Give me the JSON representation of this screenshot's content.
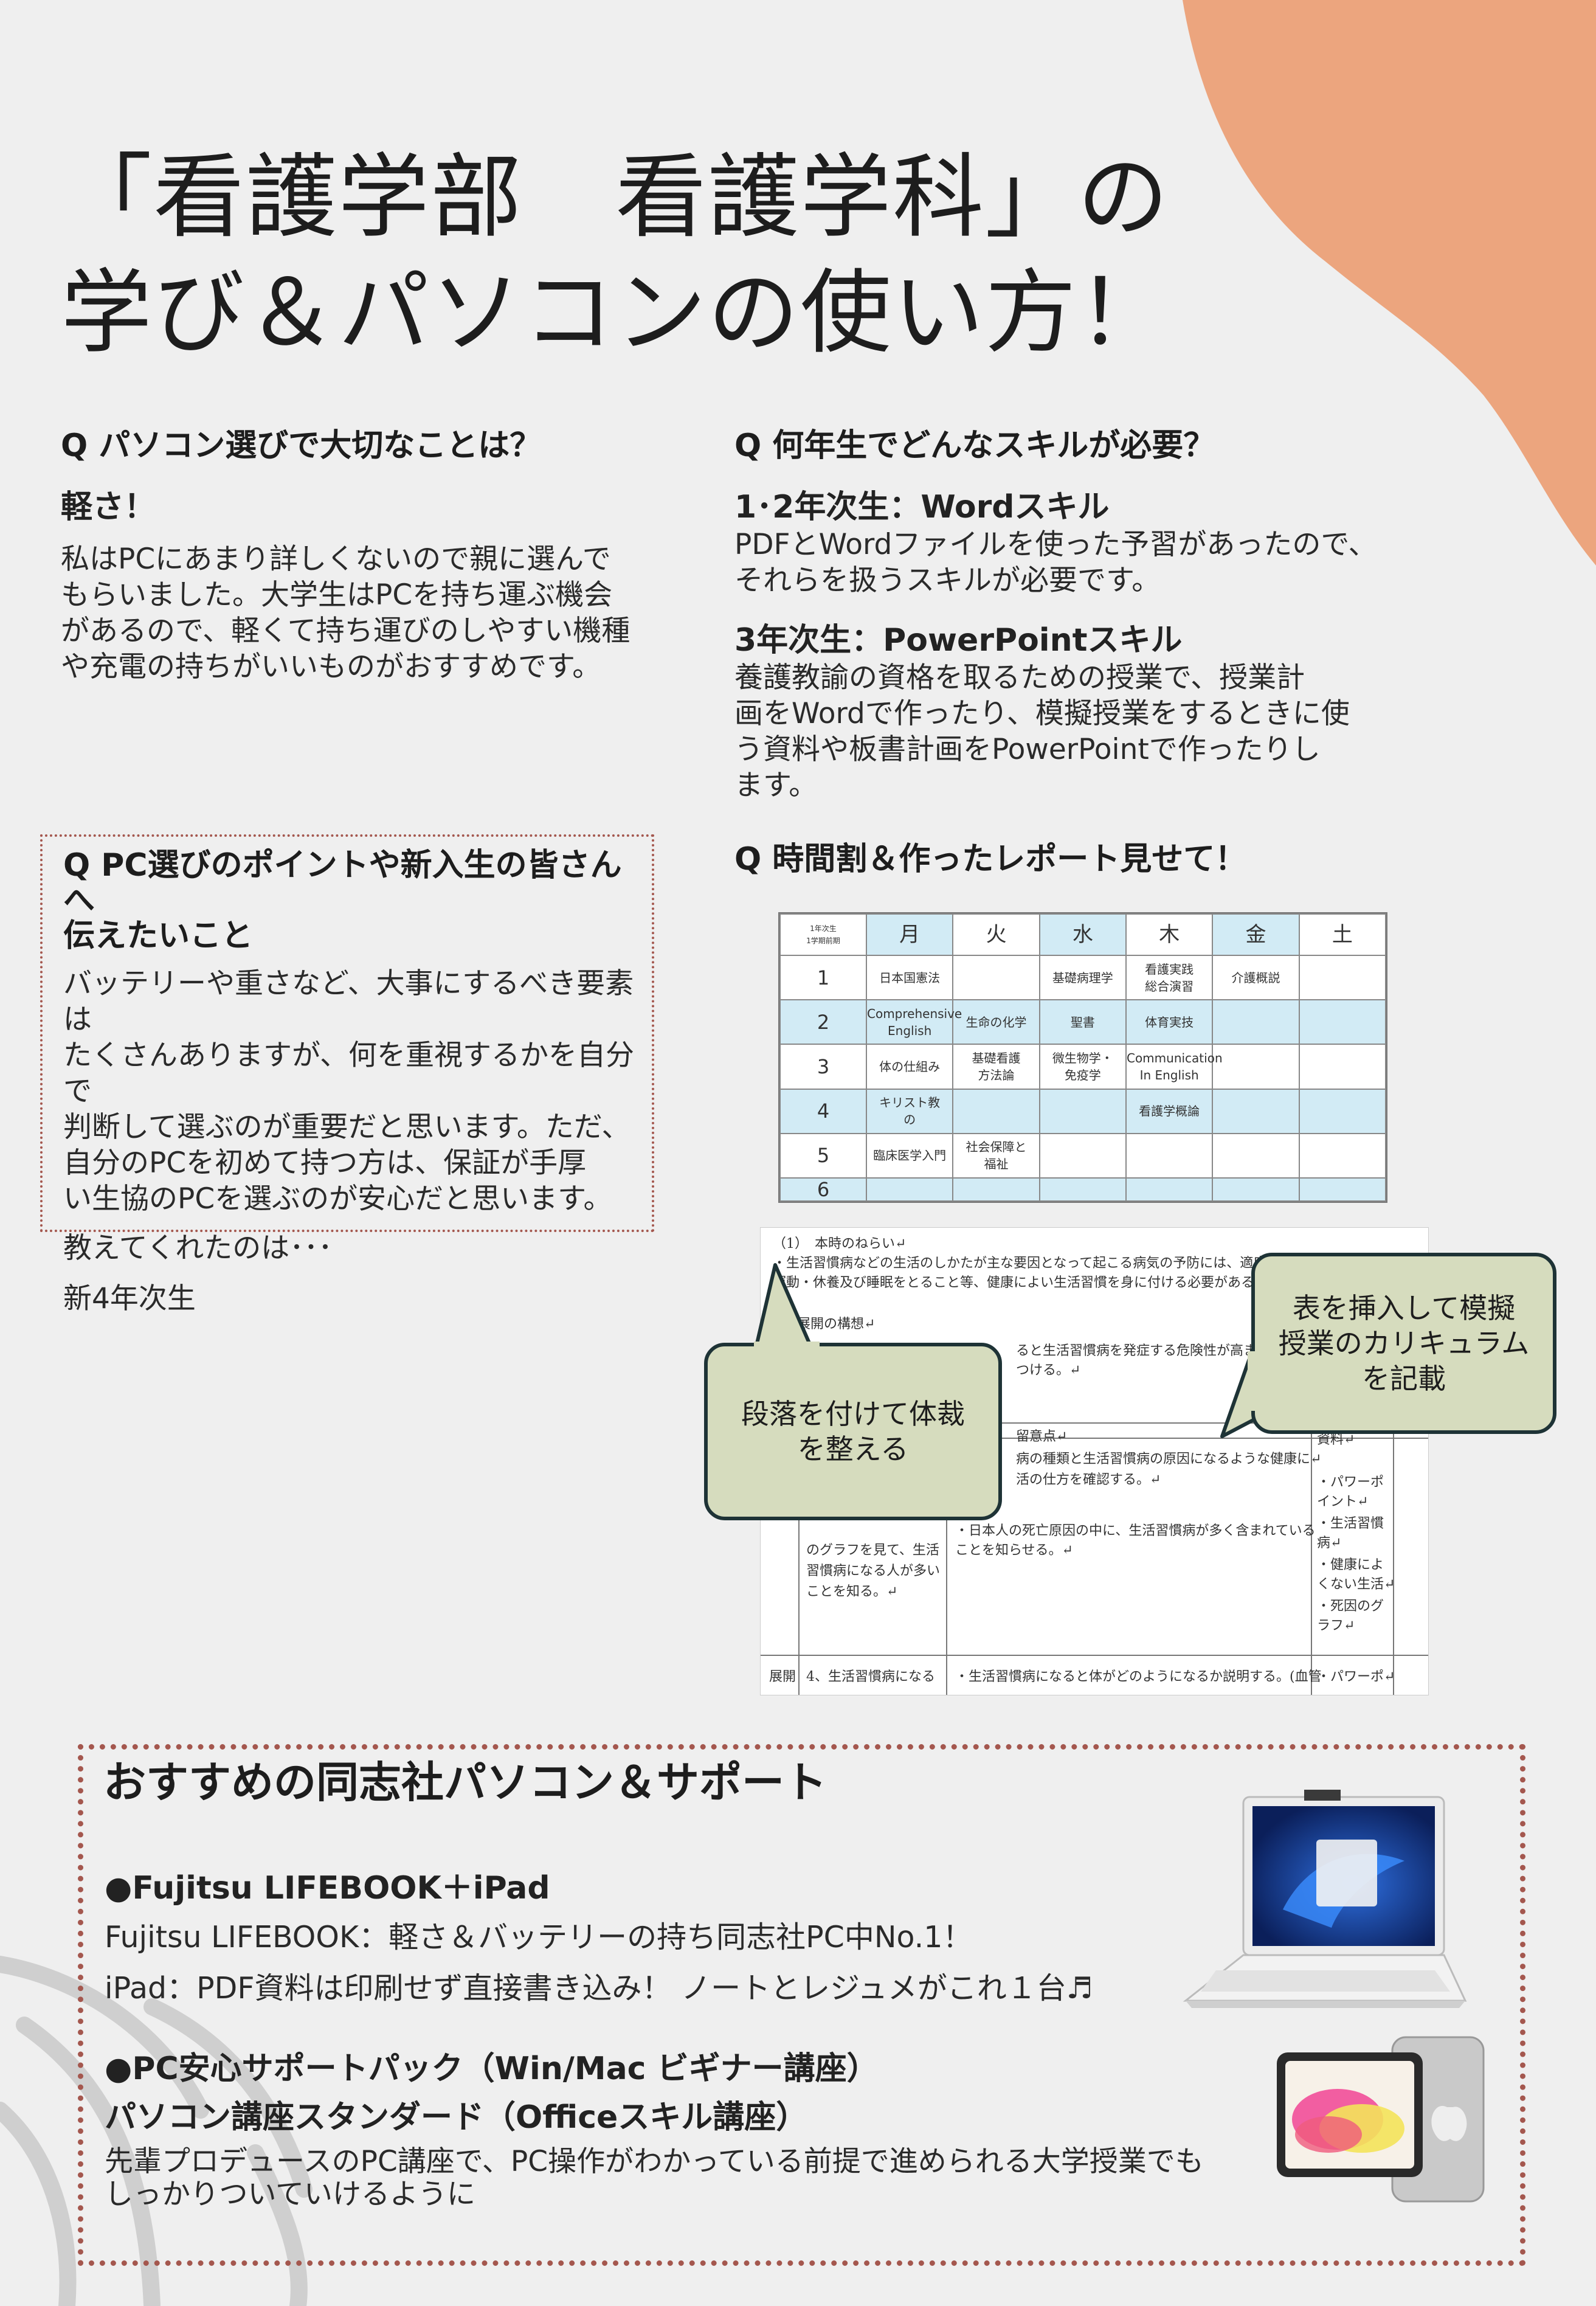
{
  "title": {
    "line1": "「看護学部　看護学科」の",
    "line2": "学び＆パソコンの使い方！"
  },
  "q1": {
    "question": "Q パソコン選びで大切なことは？",
    "answer": "軽さ！",
    "body": [
      "私はPCにあまり詳しくないので親に選んで",
      "もらいました。大学生はPCを持ち運ぶ機会",
      "があるので、軽くて持ち運びのしやすい機種",
      "や充電の持ちがいいものがおすすめです。"
    ]
  },
  "q2": {
    "question": "Q 何年生でどんなスキルが必要？",
    "skill1_title": "1･2年次生：Wordスキル",
    "skill1_body": [
      "PDFとWordファイルを使った予習があったので、",
      "それらを扱うスキルが必要です。"
    ],
    "skill2_title": "3年次生：PowerPointスキル",
    "skill2_body": [
      "養護教諭の資格を取るための授業で、授業計",
      "画をWordで作ったり、模擬授業をするときに使",
      "う資料や板書計画をPowerPointで作ったりし",
      "ます。"
    ]
  },
  "q3": {
    "question_line1": "Q PC選びのポイントや新入生の皆さんへ",
    "question_line2": "伝えたいこと",
    "body": [
      "バッテリーや重さなど、大事にするべき要素は",
      "たくさんありますが、何を重視するかを自分で",
      "判断して選ぶのが重要だと思います。ただ、",
      "自分のPCを初めて持つ方は、保証が手厚",
      "い生協のPCを選ぶのが安心だと思います。"
    ],
    "taught_by": "教えてくれたのは･･･",
    "person": "新4年次生"
  },
  "q4": {
    "question": "Q 時間割＆作ったレポート見せて！"
  },
  "timetable": {
    "corner": [
      "1年次生",
      "1学期前期"
    ],
    "days": [
      "月",
      "火",
      "水",
      "木",
      "金",
      "土"
    ],
    "rows": [
      {
        "period": "1",
        "cells": [
          "日本国憲法",
          "",
          "基礎病理学",
          "看護実践\n総合演習",
          "介護概説",
          ""
        ]
      },
      {
        "period": "2",
        "cells": [
          "Comprehensive\nEnglish",
          "生命の化学",
          "聖書",
          "体育実技",
          "",
          ""
        ]
      },
      {
        "period": "3",
        "cells": [
          "体の仕組み",
          "基礎看護\n方法論",
          "微生物学・\n免疫学",
          "Communication\nIn English",
          "",
          ""
        ]
      },
      {
        "period": "4",
        "cells": [
          "キリスト教\nの",
          "",
          "",
          "看護学概論",
          "",
          ""
        ]
      },
      {
        "period": "5",
        "cells": [
          "臨床医学入門",
          "社会保障と\n福祉",
          "",
          "",
          "",
          ""
        ]
      },
      {
        "period": "6",
        "cells": [
          "",
          "",
          "",
          "",
          "",
          ""
        ]
      }
    ]
  },
  "report": {
    "lines": [
      "（1）　本時のねらい↵",
      "・生活習慣病などの生活のしかたが主な要因となって起こる病気の予防には、適度な運動",
      "運動・休養及び睡眠をとること等、健康によい生活習慣を身に付ける必要があること",
      "展開の構想↵",
      "ると生活習慣病を発症する危険性が高まる",
      "つける。↵",
      "留意点↵",
      "病の種類と生活習慣病の原因になるような健康に↵",
      "活の仕方を確認する。↵",
      "・日本人の死亡原因の中に、生活習慣病が多く含まれている",
      "ことを知らせる。↵",
      "のグラフを見て、生活",
      "習慣病になる人が多い",
      "ことを知る。↵",
      "資料↵",
      "・パワーポ",
      "イント↵",
      "・生活習慣",
      "病↵",
      "・健康によ",
      "くない生活↵",
      "・死因のグ",
      "ラフ↵",
      "展開",
      "4、生活習慣病になる",
      "・生活習慣病になると体がどのようになるか説明する。(血管",
      "・パワーポ↵"
    ]
  },
  "bubble_left": [
    "段落を付けて体裁",
    "を整える"
  ],
  "bubble_right": [
    "表を挿入して模擬",
    "授業のカリキュラム",
    "を記載"
  ],
  "recommend": {
    "heading": "おすすめの同志社パソコン＆サポート",
    "item1_title": "●Fujitsu LIFEBOOK＋iPad",
    "item1_lines": [
      "Fujitsu LIFEBOOK：軽さ＆バッテリーの持ち同志社PC中No.1！",
      "iPad：PDF資料は印刷せず直接書き込み！ ノートとレジュメがこれ１台♬"
    ],
    "item2_title1": "●PC安心サポートパック（Win/Mac ビギナー講座）",
    "item2_title2": "パソコン講座スタンダード（Officeスキル講座）",
    "item2_lines": [
      "先輩プロデュースのPC講座で、PC操作がわかっている前提で進められる大学授業でも",
      "しっかりついていけるように"
    ]
  },
  "colors": {
    "accent": "#eca57e",
    "border": "#a4574e",
    "table_blue": "#d2ebf5",
    "bubble": "#d6dcbe"
  },
  "icons": [
    "laptop-icon",
    "tablet-icon"
  ]
}
